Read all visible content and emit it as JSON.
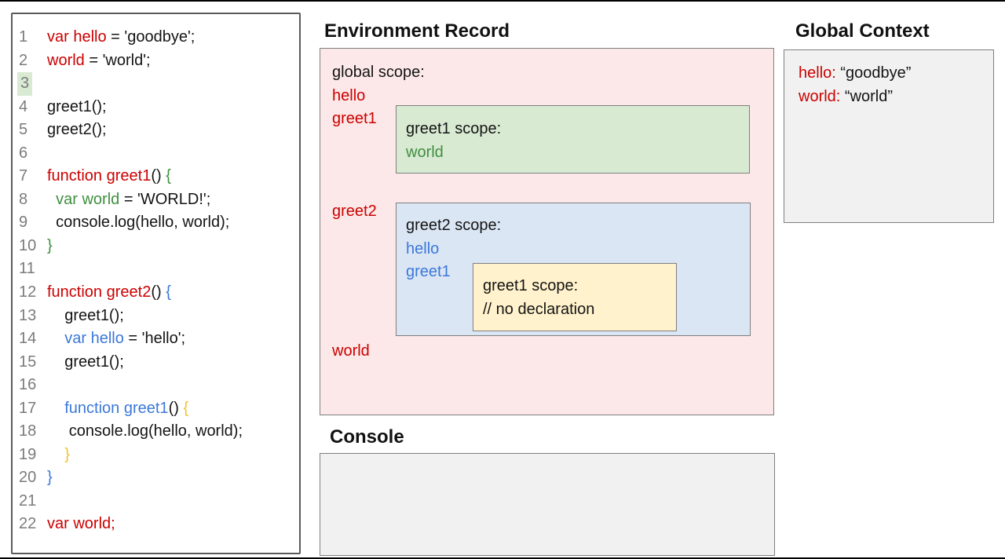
{
  "colors": {
    "syntax_red": "#cc0000",
    "syntax_green": "#3f8f3f",
    "syntax_blue": "#3c78d8",
    "syntax_yellow": "#f1c232",
    "line_number_gray": "#7b7b7b",
    "line_highlight_green": "#d9ead3",
    "global_scope_fill": "#fce8e8",
    "greet1_scope_fill": "#d9ead3",
    "greet2_scope_fill": "#dbe6f5",
    "inner_greet1_scope_fill": "#fff2cc",
    "panel_gray_fill": "#f1f1f1",
    "box_border_gray": "#7f7f7f"
  },
  "code_panel": {
    "lines": [
      {
        "num": "1",
        "highlight": false,
        "segments": [
          {
            "text": "var hello",
            "color": "red"
          },
          {
            "text": " = 'goodbye';",
            "color": "black"
          }
        ]
      },
      {
        "num": "2",
        "highlight": false,
        "segments": [
          {
            "text": "world",
            "color": "red"
          },
          {
            "text": " = 'world';",
            "color": "black"
          }
        ]
      },
      {
        "num": "3",
        "highlight": true,
        "segments": []
      },
      {
        "num": "4",
        "highlight": false,
        "segments": [
          {
            "text": "greet1();",
            "color": "black"
          }
        ]
      },
      {
        "num": "5",
        "highlight": false,
        "segments": [
          {
            "text": "greet2();",
            "color": "black"
          }
        ]
      },
      {
        "num": "6",
        "highlight": false,
        "segments": []
      },
      {
        "num": "7",
        "highlight": false,
        "segments": [
          {
            "text": "function greet1",
            "color": "red"
          },
          {
            "text": "() ",
            "color": "black"
          },
          {
            "text": "{",
            "color": "green"
          }
        ]
      },
      {
        "num": "8",
        "highlight": false,
        "segments": [
          {
            "text": "  ",
            "color": "black"
          },
          {
            "text": "var world",
            "color": "green"
          },
          {
            "text": " = 'WORLD!';",
            "color": "black"
          }
        ]
      },
      {
        "num": "9",
        "highlight": false,
        "segments": [
          {
            "text": "  console.log(hello, world);",
            "color": "black"
          }
        ]
      },
      {
        "num": "10",
        "highlight": false,
        "segments": [
          {
            "text": "}",
            "color": "green"
          }
        ]
      },
      {
        "num": "11",
        "highlight": false,
        "segments": []
      },
      {
        "num": "12",
        "highlight": false,
        "segments": [
          {
            "text": "function greet2",
            "color": "red"
          },
          {
            "text": "() ",
            "color": "black"
          },
          {
            "text": "{",
            "color": "blue"
          }
        ]
      },
      {
        "num": "13",
        "highlight": false,
        "segments": [
          {
            "text": "    greet1();",
            "color": "black"
          }
        ]
      },
      {
        "num": "14",
        "highlight": false,
        "segments": [
          {
            "text": "    ",
            "color": "black"
          },
          {
            "text": "var hello",
            "color": "blue"
          },
          {
            "text": " = 'hello';",
            "color": "black"
          }
        ]
      },
      {
        "num": "15",
        "highlight": false,
        "segments": [
          {
            "text": "    greet1();",
            "color": "black"
          }
        ]
      },
      {
        "num": "16",
        "highlight": false,
        "segments": []
      },
      {
        "num": "17",
        "highlight": false,
        "segments": [
          {
            "text": "    ",
            "color": "black"
          },
          {
            "text": "function greet1",
            "color": "blue"
          },
          {
            "text": "() ",
            "color": "black"
          },
          {
            "text": "{",
            "color": "yellow"
          }
        ]
      },
      {
        "num": "18",
        "highlight": false,
        "segments": [
          {
            "text": "     console.log(hello, world);",
            "color": "black"
          }
        ]
      },
      {
        "num": "19",
        "highlight": false,
        "segments": [
          {
            "text": "    ",
            "color": "black"
          },
          {
            "text": "}",
            "color": "yellow"
          }
        ]
      },
      {
        "num": "20",
        "highlight": false,
        "segments": [
          {
            "text": "}",
            "color": "blue"
          }
        ]
      },
      {
        "num": "21",
        "highlight": false,
        "segments": []
      },
      {
        "num": "22",
        "highlight": false,
        "segments": [
          {
            "text": "var world;",
            "color": "red"
          }
        ]
      }
    ]
  },
  "environment_record": {
    "title": "Environment Record",
    "global_scope": {
      "label": "global scope:",
      "top_vars": [
        "hello",
        "greet1"
      ],
      "mid_var": "greet2",
      "bottom_var": "world"
    },
    "greet1_scope": {
      "label": "greet1 scope:",
      "var1": "world"
    },
    "greet2_scope": {
      "label": "greet2 scope:",
      "var1": "hello",
      "var2": "greet1",
      "inner_scope": {
        "label": "greet1 scope:",
        "comment": "// no declaration"
      }
    }
  },
  "console_panel": {
    "title": "Console"
  },
  "global_context": {
    "title": "Global Context",
    "entries": [
      {
        "name": "hello:",
        "value": "“goodbye”"
      },
      {
        "name": "world:",
        "value": "“world”"
      }
    ]
  }
}
